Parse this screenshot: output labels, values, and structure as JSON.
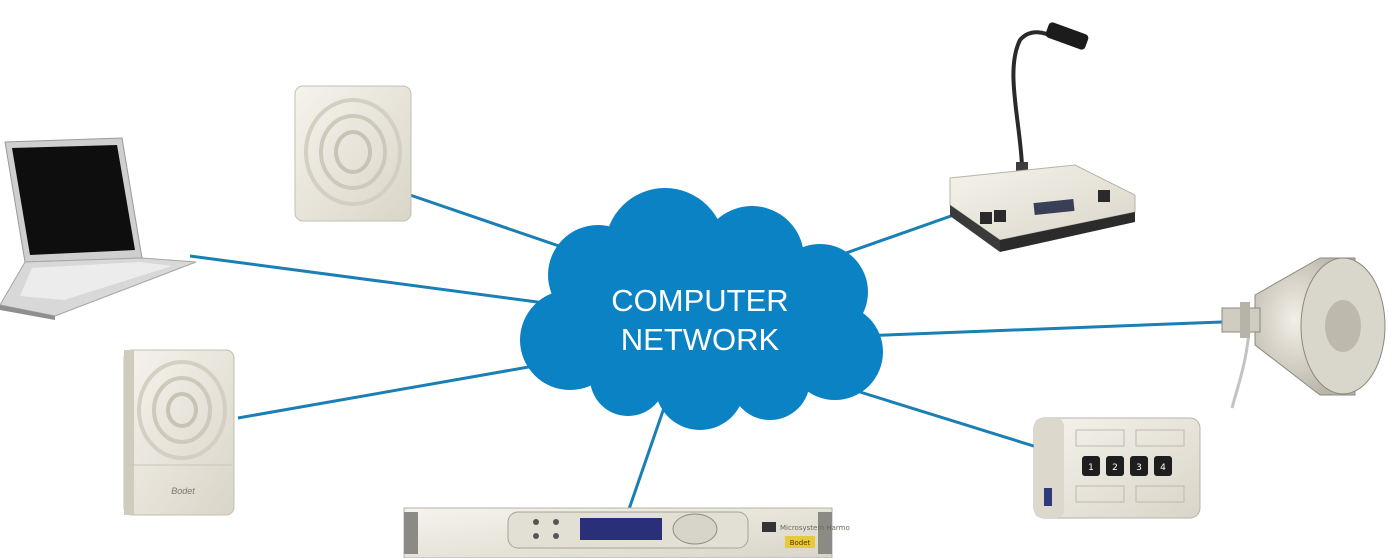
{
  "colors": {
    "link": "#1a7fb5",
    "cloud": "#0a82c4",
    "cloud_text": "#ffffff",
    "device_body": "#ece9df",
    "device_edge": "#c9c5b8"
  },
  "cloud": {
    "label_line1": "COMPUTER",
    "label_line2": "NETWORK"
  },
  "devices": {
    "laptop": {
      "icon": "laptop-icon"
    },
    "speaker_top": {
      "icon": "wall-speaker-icon"
    },
    "speaker_bottom": {
      "icon": "wall-speaker-icon",
      "brand": "Bodet"
    },
    "rack_unit": {
      "icon": "rack-server-icon",
      "model": "Microsystem Harmo",
      "brand": "Bodet"
    },
    "microphone_desk": {
      "icon": "gooseneck-microphone-desk-icon"
    },
    "horn_speaker": {
      "icon": "horn-loudspeaker-icon"
    },
    "control_keypad": {
      "icon": "button-keypad-icon",
      "keys": [
        "1",
        "2",
        "3",
        "4"
      ]
    }
  }
}
